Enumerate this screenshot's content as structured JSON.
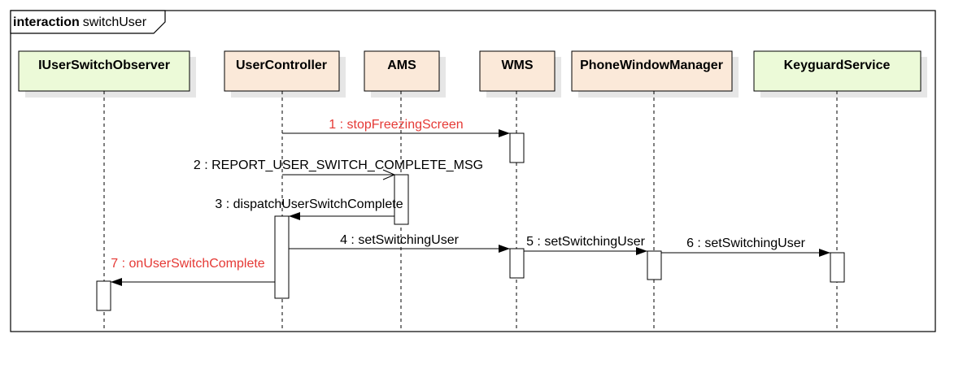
{
  "frame": {
    "keyword": "interaction",
    "name": "switchUser"
  },
  "colors": {
    "green_fill": "#ecfad8",
    "peach_fill": "#fbe9d9",
    "shadow": "#e6e6e6",
    "stroke": "#000000",
    "highlight_text": "#e53935"
  },
  "lifelines": [
    {
      "id": "observer",
      "label": "IUserSwitchObserver",
      "fill": "green"
    },
    {
      "id": "usercontroller",
      "label": "UserController",
      "fill": "peach"
    },
    {
      "id": "ams",
      "label": "AMS",
      "fill": "peach"
    },
    {
      "id": "wms",
      "label": "WMS",
      "fill": "peach"
    },
    {
      "id": "pwm",
      "label": "PhoneWindowManager",
      "fill": "peach"
    },
    {
      "id": "keyguard",
      "label": "KeyguardService",
      "fill": "green"
    }
  ],
  "messages": [
    {
      "number": 1,
      "text": "1 : stopFreezingScreen",
      "from": "usercontroller",
      "to": "wms",
      "style": "sync",
      "highlight": true
    },
    {
      "number": 2,
      "text": "2 : REPORT_USER_SWITCH_COMPLETE_MSG",
      "from": "usercontroller",
      "to": "ams",
      "style": "async",
      "highlight": false
    },
    {
      "number": 3,
      "text": "3 : dispatchUserSwitchComplete",
      "from": "ams",
      "to": "usercontroller",
      "style": "sync",
      "highlight": false
    },
    {
      "number": 4,
      "text": "4 : setSwitchingUser",
      "from": "usercontroller",
      "to": "wms",
      "style": "sync",
      "highlight": false
    },
    {
      "number": 5,
      "text": "5 : setSwitchingUser",
      "from": "wms",
      "to": "pwm",
      "style": "sync",
      "highlight": false
    },
    {
      "number": 6,
      "text": "6 : setSwitchingUser",
      "from": "pwm",
      "to": "keyguard",
      "style": "sync",
      "highlight": false
    },
    {
      "number": 7,
      "text": "7 : onUserSwitchComplete",
      "from": "usercontroller",
      "to": "observer",
      "style": "sync",
      "highlight": true
    }
  ]
}
